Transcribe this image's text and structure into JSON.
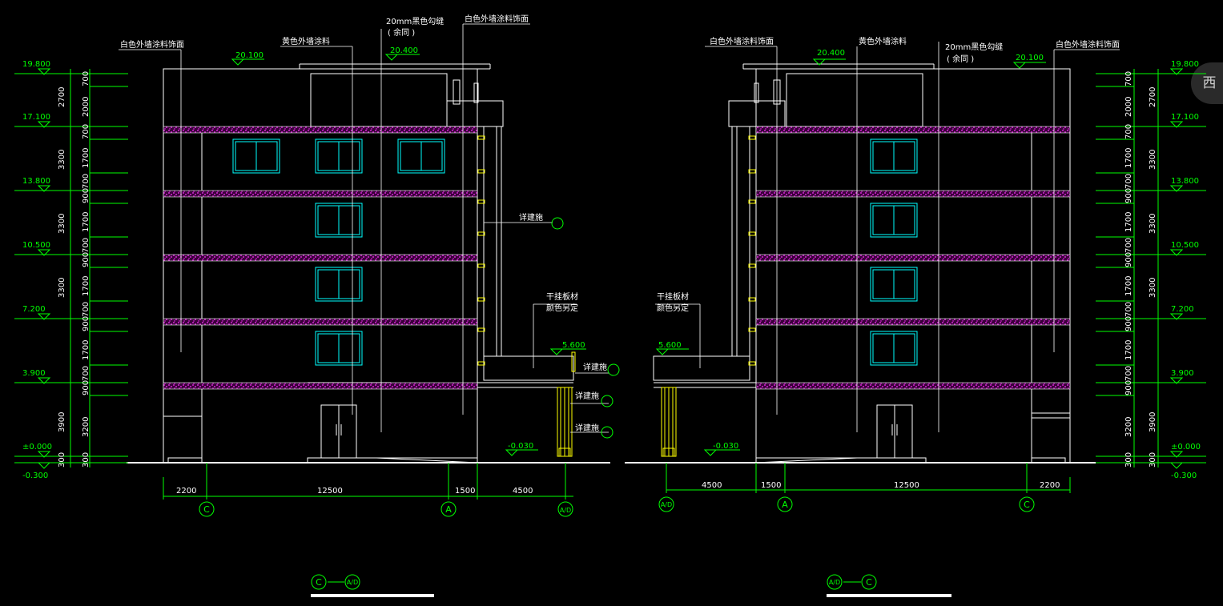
{
  "corner_widget": {
    "label": "西"
  },
  "colors": {
    "background": "#000000",
    "line": "#ffffff",
    "dim": "#00ff00",
    "band": "#ff00ff",
    "window": "#00ffff",
    "detail": "#ffff00"
  },
  "left": {
    "title": {
      "from": "C",
      "to": "A/D"
    },
    "elev_marks": [
      "19.800",
      "17.100",
      "13.800",
      "10.500",
      "7.200",
      "3.900",
      "±0.000",
      "-0.300"
    ],
    "dims_outer": [
      "2700",
      "3300",
      "3300",
      "3300",
      "3900",
      "300"
    ],
    "dims_inner": [
      "700",
      "2000",
      "700",
      "1700",
      "700",
      "900",
      "1700",
      "700",
      "900",
      "1700",
      "700",
      "900",
      "1700",
      "700",
      "900",
      "3200",
      "300"
    ],
    "top_marks": [
      "20.100",
      "20.400"
    ],
    "notes": {
      "white_wall": "白色外墙涂料饰面",
      "yellow_wall": "黄色外墙涂料",
      "joint": "20mm黑色勾缝",
      "joint_sub": "( 余同 )",
      "white_wall2": "白色外墙涂料饰面",
      "see_detail": "详建施",
      "dry_hang": "干挂板材",
      "color_tbd": "颜色另定"
    },
    "canopy_mark": "5.600",
    "ground_mark": "-0.030",
    "bottom_dims": [
      "2200",
      "12500",
      "1500",
      "4500"
    ],
    "axes": [
      "C",
      "A",
      "A/D"
    ]
  },
  "right": {
    "title": {
      "from": "A/D",
      "to": "C"
    },
    "elev_marks": [
      "19.800",
      "17.100",
      "13.800",
      "10.500",
      "7.200",
      "3.900",
      "±0.000",
      "-0.300"
    ],
    "dims_outer": [
      "2700",
      "3300",
      "3300",
      "3300",
      "3900",
      "300"
    ],
    "dims_inner": [
      "700",
      "2000",
      "700",
      "1700",
      "700",
      "900",
      "1700",
      "700",
      "900",
      "1700",
      "700",
      "900",
      "1700",
      "700",
      "900",
      "3200",
      "300"
    ],
    "top_marks": [
      "20.400",
      "20.100"
    ],
    "notes": {
      "white_wall": "白色外墙涂料饰面",
      "yellow_wall": "黄色外墙涂料",
      "joint": "20mm黑色勾缝",
      "joint_sub": "( 余同 )",
      "white_wall2": "白色外墙涂料饰面",
      "dry_hang": "干挂板材",
      "color_tbd": "颜色另定"
    },
    "canopy_mark": "5.600",
    "ground_mark": "-0.030",
    "bottom_dims": [
      "4500",
      "1500",
      "12500",
      "2200"
    ],
    "axes": [
      "A/D",
      "A",
      "C"
    ]
  }
}
